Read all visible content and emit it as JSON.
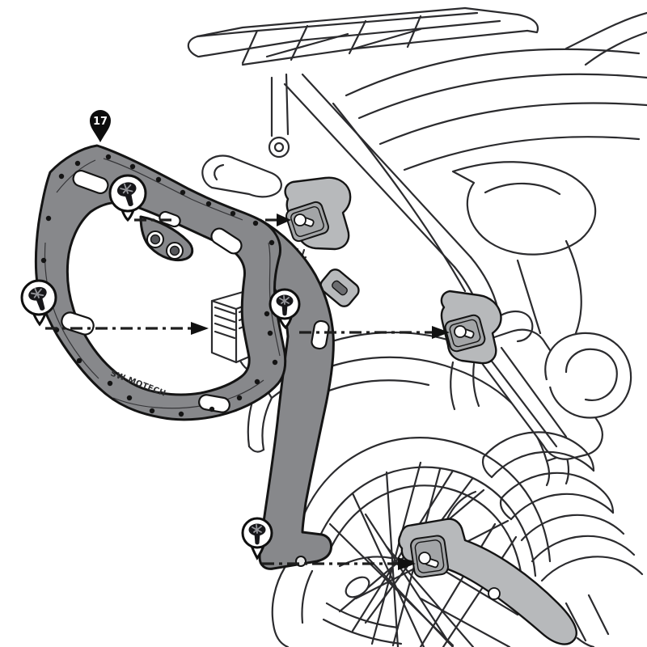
{
  "diagram": {
    "type": "motorcycle-side-carrier-assembly-instruction",
    "callout": {
      "number": "17"
    },
    "brand_engraving": "SW-MOTECH",
    "screw_callouts_count": 4,
    "assembly_lines_count": 4,
    "colors": {
      "background": "#ffffff",
      "line_art": "#2b2b2e",
      "carrier_fill": "#87888b",
      "bracket_fill": "#b7b9bb",
      "callout_pin_fill": "#0d0d0d"
    }
  }
}
